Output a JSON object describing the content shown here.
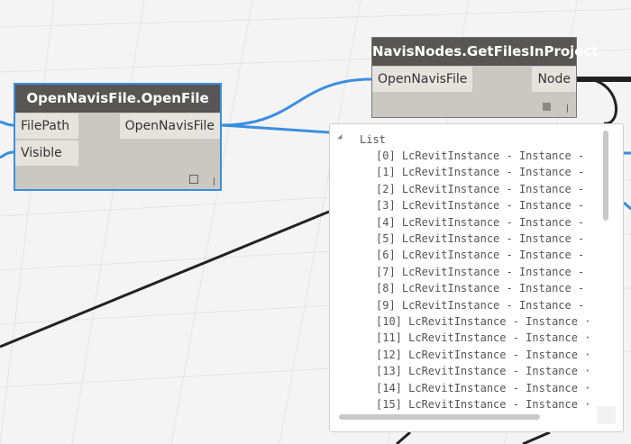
{
  "nodes": {
    "open_file": {
      "title": "OpenNavisFile.OpenFile",
      "inputs": [
        "FilePath",
        "Visible"
      ],
      "output": "OpenNavisFile"
    },
    "get_files": {
      "title": "NavisNodes.GetFilesInProject",
      "inputs": [
        "OpenNavisFile"
      ],
      "output": "Node"
    }
  },
  "preview": {
    "root": "List",
    "items": [
      "[0] LcRevitInstance - Instance -",
      "[1] LcRevitInstance - Instance -",
      "[2] LcRevitInstance - Instance -",
      "[3] LcRevitInstance - Instance -",
      "[4] LcRevitInstance - Instance -",
      "[5] LcRevitInstance - Instance -",
      "[6] LcRevitInstance - Instance -",
      "[7] LcRevitInstance - Instance -",
      "[8] LcRevitInstance - Instance -",
      "[9] LcRevitInstance - Instance -",
      "[10] LcRevitInstance - Instance ·",
      "[11] LcRevitInstance - Instance ·",
      "[12] LcRevitInstance - Instance ·",
      "[13] LcRevitInstance - Instance ·",
      "[14] LcRevitInstance - Instance ·",
      "[15] LcRevitInstance - Instance ·"
    ]
  },
  "colors": {
    "wire_selected": "#3a8ee0",
    "wire": "#222222",
    "node_header": "#585654",
    "node_body": "#cbc7c1",
    "selection": "#3a8ee0"
  }
}
